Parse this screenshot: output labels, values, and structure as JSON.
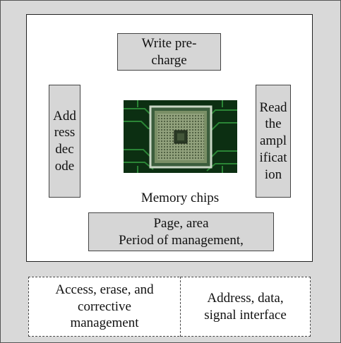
{
  "diagram": {
    "write_precharge": "Write pre-\ncharge",
    "address_decode": "Add\nress\ndec\node",
    "read_amplification": "Read\nthe\nampl\nificat\nion",
    "chip_caption": "Memory chips",
    "page_area": "Page, area\nPeriod of management,",
    "access_management": "Access, erase, and\ncorrective\nmanagement",
    "interface": "Address, data,\nsignal interface"
  },
  "chip_image": {
    "board_color": "#0c2f12",
    "trace_color": "#2f8f3a",
    "die_color": "#6f8f6a",
    "frame_color": "#c9d6c5"
  }
}
